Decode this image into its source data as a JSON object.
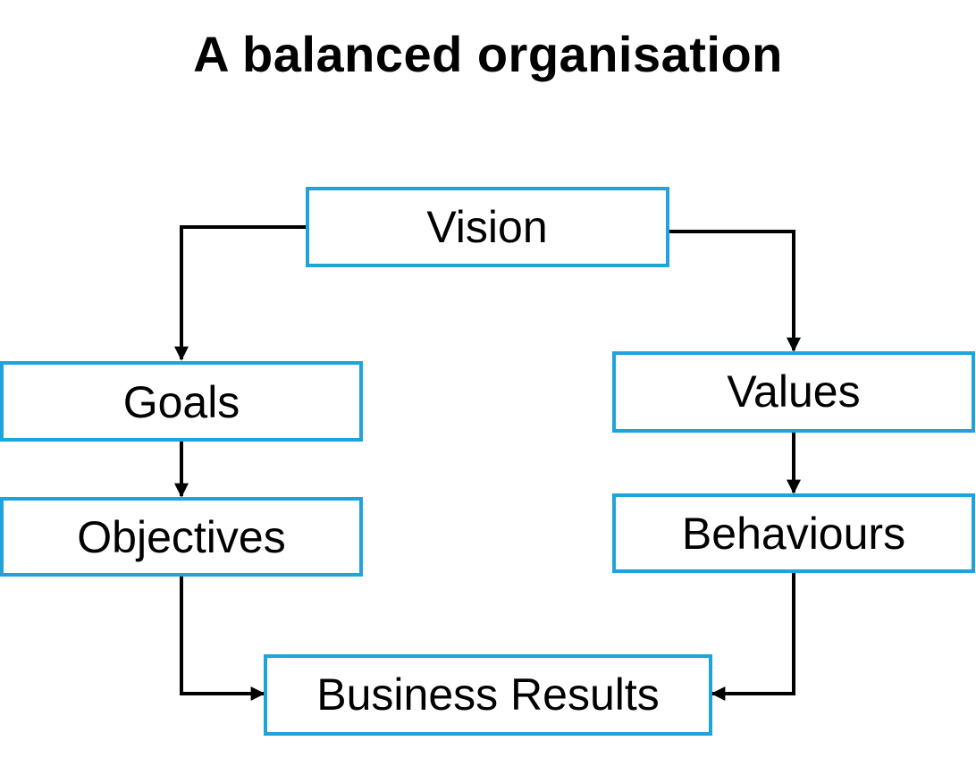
{
  "title": "A balanced organisation",
  "colors": {
    "box_border": "#1fa3dc",
    "connector": "#000000",
    "text": "#000000"
  },
  "nodes": {
    "vision": {
      "label": "Vision"
    },
    "goals": {
      "label": "Goals"
    },
    "objectives": {
      "label": "Objectives"
    },
    "values": {
      "label": "Values"
    },
    "behaviours": {
      "label": "Behaviours"
    },
    "business_results": {
      "label": "Business Results"
    }
  },
  "edges": [
    {
      "from": "vision",
      "to": "goals"
    },
    {
      "from": "vision",
      "to": "values"
    },
    {
      "from": "goals",
      "to": "objectives"
    },
    {
      "from": "values",
      "to": "behaviours"
    },
    {
      "from": "objectives",
      "to": "business_results"
    },
    {
      "from": "behaviours",
      "to": "business_results"
    }
  ]
}
